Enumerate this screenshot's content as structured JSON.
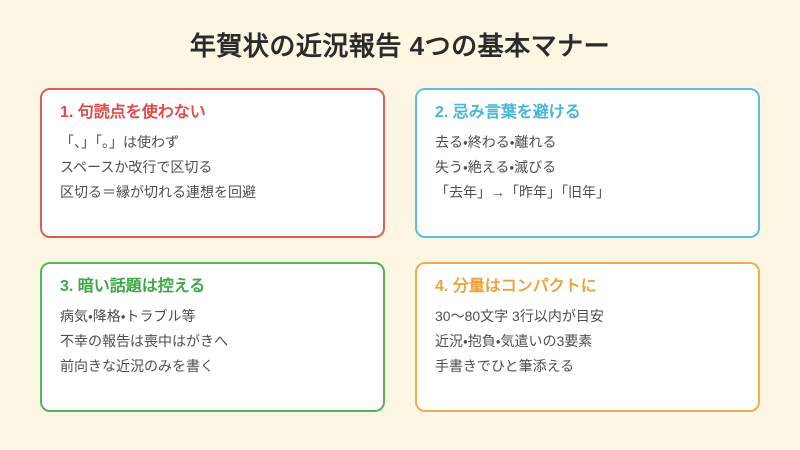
{
  "page": {
    "background_color": "#fdf6e3",
    "title": "年賀状の近況報告 4つの基本マナー",
    "title_color": "#2b2b2b"
  },
  "cards": [
    {
      "id": "card-1-punctuation",
      "number": "1.",
      "heading": "1. 句読点を使わない",
      "accent_color": "#e05c5c",
      "heading_color": "#e04a4a",
      "lines": [
        "「、」「。」は使わず",
        "スペースか改行で区切る",
        "区切る＝縁が切れる連想を回避"
      ]
    },
    {
      "id": "card-2-forbidden-words",
      "number": "2.",
      "heading": "2. 忌み言葉を避ける",
      "accent_color": "#5bc0de",
      "heading_color": "#43b6da",
      "lines": [
        "去る・終わる・離れる",
        "失う・絶える・滅びる",
        "「去年」→「昨年」「旧年」"
      ]
    },
    {
      "id": "card-3-dark-topics",
      "number": "3.",
      "heading": "3. 暗い話題は控える",
      "accent_color": "#52b558",
      "heading_color": "#3ea747",
      "lines": [
        "病気・降格・トラブル等",
        "不幸の報告は喪中はがきへ",
        "前向きな近況のみを書く"
      ]
    },
    {
      "id": "card-4-compact-length",
      "number": "4.",
      "heading": "4. 分量はコンパクトに",
      "accent_color": "#f0ad4e",
      "heading_color": "#eda33b",
      "lines": [
        "30〜80文字 3行以内が目安",
        "近況・抱負・気遣いの3要素",
        "手書きでひと筆添える"
      ]
    }
  ]
}
